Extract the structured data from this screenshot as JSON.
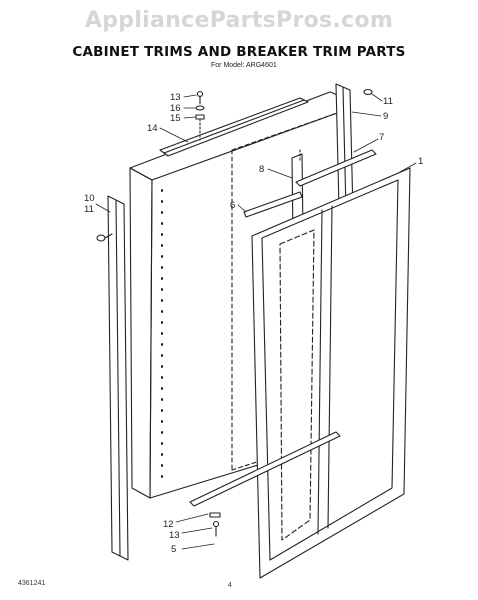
{
  "watermark": "AppliancePartsPros.com",
  "title": "CABINET TRIMS AND BREAKER TRIM PARTS",
  "subtitle": "For Model: ARG4601",
  "footer_left": "4361241",
  "footer_center": "4",
  "callouts": [
    {
      "id": "c13a",
      "text": "13"
    },
    {
      "id": "c16",
      "text": "16"
    },
    {
      "id": "c15",
      "text": "15"
    },
    {
      "id": "c14",
      "text": "14"
    },
    {
      "id": "c11a",
      "text": "11"
    },
    {
      "id": "c9",
      "text": "9"
    },
    {
      "id": "c7",
      "text": "7"
    },
    {
      "id": "c1",
      "text": "1"
    },
    {
      "id": "c8",
      "text": "8"
    },
    {
      "id": "c6",
      "text": "6"
    },
    {
      "id": "c10",
      "text": "10"
    },
    {
      "id": "c11b",
      "text": "11"
    },
    {
      "id": "c12",
      "text": "12"
    },
    {
      "id": "c13b",
      "text": "13"
    },
    {
      "id": "c5",
      "text": "5"
    }
  ]
}
